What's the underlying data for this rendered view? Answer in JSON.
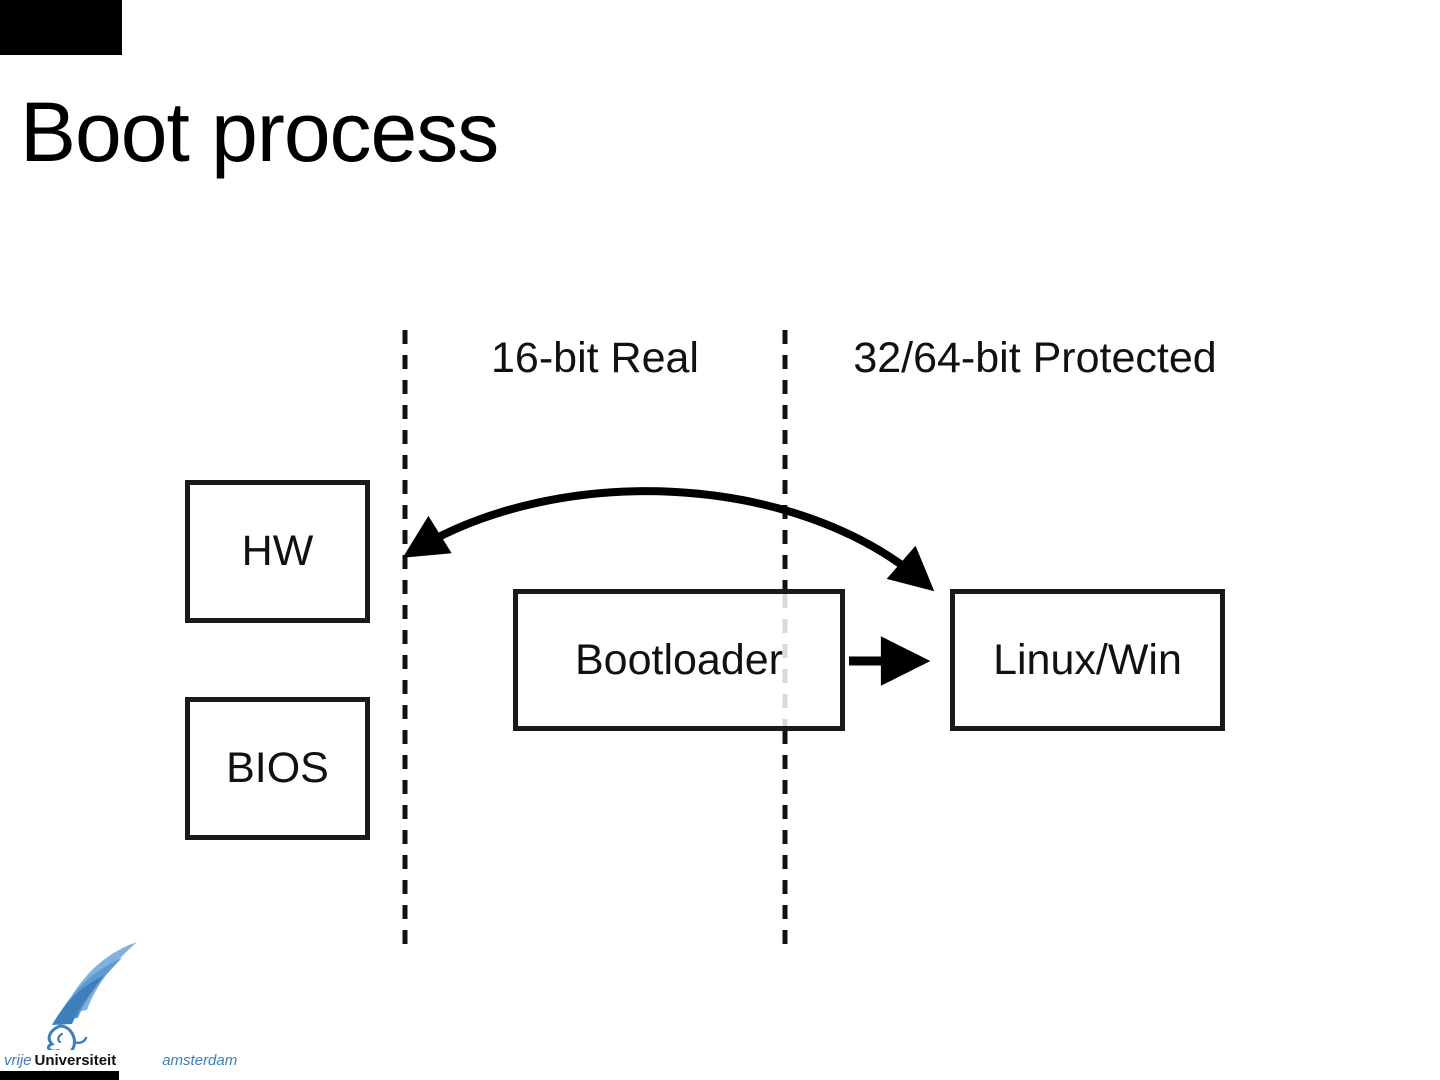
{
  "slide": {
    "title": "Boot process"
  },
  "diagram": {
    "regions": [
      {
        "label": "16-bit Real"
      },
      {
        "label": "32/64-bit Protected"
      }
    ],
    "boxes": [
      {
        "id": "hw",
        "label": "HW"
      },
      {
        "id": "bios",
        "label": "BIOS"
      },
      {
        "id": "bootloader",
        "label": "Bootloader"
      },
      {
        "id": "linux-win",
        "label": "Linux/Win"
      }
    ],
    "connectors": [
      {
        "from": "hw",
        "to": "linux-win",
        "type": "curved-double-arrow"
      },
      {
        "from": "bootloader",
        "to": "linux-win",
        "type": "straight-arrow"
      }
    ]
  },
  "logo": {
    "line1_italic": "vrije",
    "line1_rest": "Universiteit",
    "line2": "amsterdam",
    "accent_color": "#3d7ebb"
  },
  "colors": {
    "background": "#ffffff",
    "text": "#000000",
    "box_border": "#1a1a1a"
  }
}
